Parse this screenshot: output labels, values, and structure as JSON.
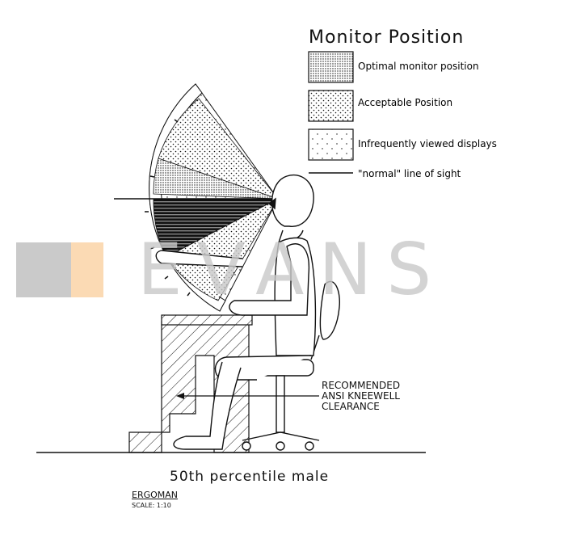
{
  "legend": {
    "title": "Monitor Position",
    "items": [
      {
        "label": "Optimal monitor position"
      },
      {
        "label": "Acceptable Position"
      },
      {
        "label": "Infrequently viewed displays"
      },
      {
        "label": "\"normal\" line of sight"
      }
    ]
  },
  "annotation": {
    "kneewell_lines": [
      "RECOMMENDED",
      "ANSI KNEEWELL",
      "CLEARANCE"
    ]
  },
  "caption": "50th percentile male",
  "drawing": {
    "name": "ERGOMAN",
    "scale": "SCALE: 1:10"
  },
  "watermark": {
    "text": "EVANS",
    "accent_color": "#fbd9b0",
    "text_color": "#c8c8c8"
  },
  "colors": {
    "line": "#111111",
    "background": "#ffffff"
  }
}
